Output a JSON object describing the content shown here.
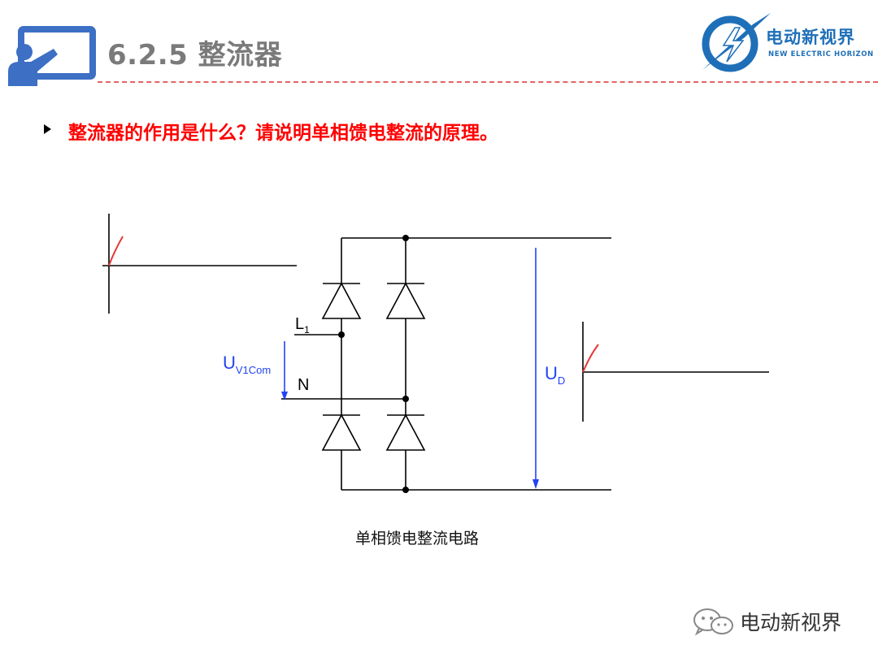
{
  "header": {
    "title": "6.2.5 整流器",
    "logo_cn": "电动新视界",
    "logo_en": "NEW ELECTRIC HORIZON"
  },
  "question": "整流器的作用是什么？请说明单相馈电整流的原理。",
  "circuit": {
    "label_l1_main": "L",
    "label_l1_sub": "1",
    "label_n": "N",
    "label_uv_main": "U",
    "label_uv_sub": "V1Com",
    "label_ud_main": "U",
    "label_ud_sub": "D",
    "caption": "单相馈电整流电路"
  },
  "watermark": {
    "text": "电动新视界"
  },
  "colors": {
    "title_gray": "#7a7a7a",
    "accent_blue": "#3d6fc4",
    "question_red": "#ff0000",
    "divider_red": "#e26464",
    "voltage_blue": "#2244ee",
    "waveform_red": "#e53935"
  }
}
